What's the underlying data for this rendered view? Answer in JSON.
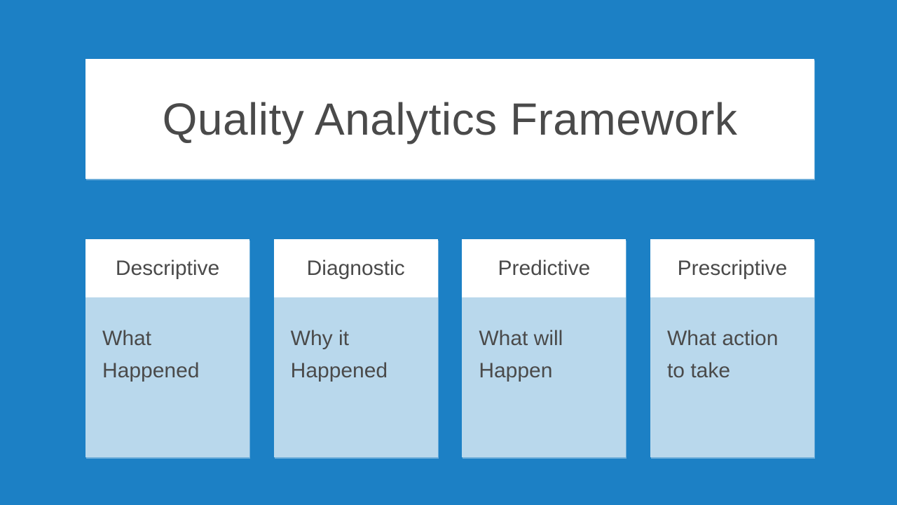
{
  "slide": {
    "title": "Quality Analytics Framework",
    "columns": [
      {
        "header": "Descriptive",
        "body": "What\nHappened"
      },
      {
        "header": "Diagnostic",
        "body": "Why it\nHappened"
      },
      {
        "header": "Predictive",
        "body": "What will\nHappen"
      },
      {
        "header": "Prescriptive",
        "body": "What action\nto take"
      }
    ],
    "colors": {
      "background": "#1C80C5",
      "panel": "#FFFFFF",
      "column_body_fill": "#B9D8EC",
      "text": "#4A4A4A"
    }
  }
}
